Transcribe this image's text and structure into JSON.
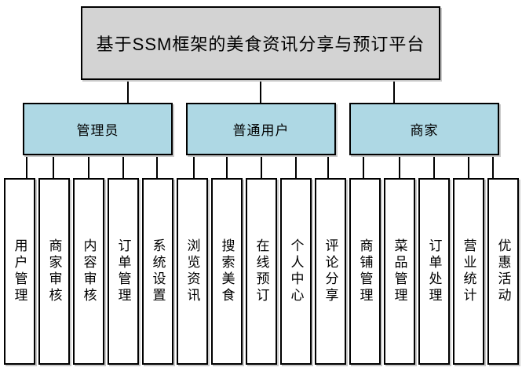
{
  "diagram": {
    "title": "基于SSM框架的美食资讯分享与预订平台",
    "groups": [
      {
        "label": "管理员",
        "children": [
          "用户管理",
          "商家审核",
          "内容审核",
          "订单管理",
          "系统设置"
        ]
      },
      {
        "label": "普通用户",
        "children": [
          "浏览资讯",
          "搜索美食",
          "在线预订",
          "个人中心",
          "评论分享"
        ]
      },
      {
        "label": "商家",
        "children": [
          "商铺管理",
          "菜品管理",
          "订单处理",
          "营业统计",
          "优惠活动"
        ]
      }
    ],
    "colors": {
      "canvas_bg": "#ffffff",
      "root_fill": "#d3d3d3",
      "branch_fill": "#aed8e4",
      "leaf_fill": "#ffffff",
      "line": "#000000"
    }
  }
}
